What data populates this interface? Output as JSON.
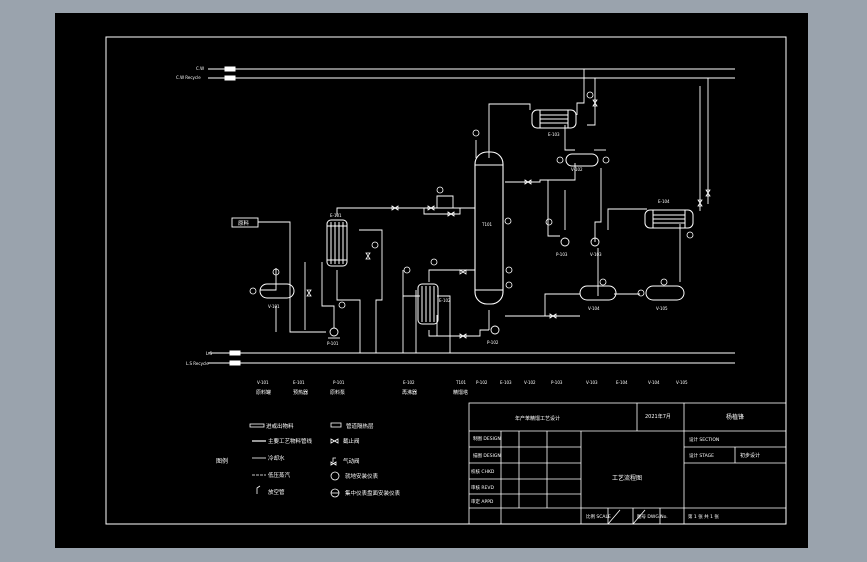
{
  "utilities": {
    "cw": "C.W",
    "cw_return": "C.W Recycle",
    "ls": "L.S",
    "ls_return": "L.S Recycle"
  },
  "feed_label": "原料",
  "equipment": {
    "e101": "E-101",
    "p101": "P-101",
    "t101": "T101",
    "e102": "E-102",
    "p102": "P-102",
    "e103": "E-103",
    "v101": "V-101",
    "p103": "P-103",
    "e104": "E-104",
    "v102": "V-102",
    "v103": "V-103",
    "v104": "V-104",
    "v105": "V-105"
  },
  "equipment_list": [
    {
      "tag": "V-101",
      "name": "原料罐"
    },
    {
      "tag": "E-101",
      "name": "预热器"
    },
    {
      "tag": "P-101",
      "name": "原料泵"
    },
    {
      "tag": "E-102",
      "name": "再沸器"
    },
    {
      "tag": "T101",
      "name": "精馏塔"
    },
    {
      "tag": "P-102",
      "name": ""
    },
    {
      "tag": "E-103",
      "name": ""
    },
    {
      "tag": "V-102",
      "name": ""
    },
    {
      "tag": "P-103",
      "name": ""
    },
    {
      "tag": "V-103",
      "name": ""
    },
    {
      "tag": "E-104",
      "name": ""
    },
    {
      "tag": "V-104",
      "name": ""
    },
    {
      "tag": "V-105",
      "name": ""
    }
  ],
  "legend": {
    "title": "图例",
    "items": [
      "进或出物料",
      "主要工艺物料管线",
      "冷却水",
      "低压蒸汽",
      "放空管",
      "管道隔热层",
      "截止阀",
      "气动阀",
      "就地安装仪表",
      "集中仪表盘面安装仪表"
    ]
  },
  "title_block": {
    "project": "年产苯精馏工艺设计",
    "date": "2021年7月",
    "designer_name": "杨植锋",
    "row_labels": [
      "制图 DESIGN",
      "描图 DESIGN",
      "校核 CHKD",
      "审核 REVD",
      "审定 APPD"
    ],
    "section_label": "设计 SECTION",
    "stage_label": "设计 STAGE",
    "stage_value": "初步设计",
    "drawing_title": "工艺流程图",
    "scale_label": "比例 SCALE",
    "sheet_label": "图号 DWG.No.",
    "sheet_text": "第 1 张 共 1 张"
  }
}
